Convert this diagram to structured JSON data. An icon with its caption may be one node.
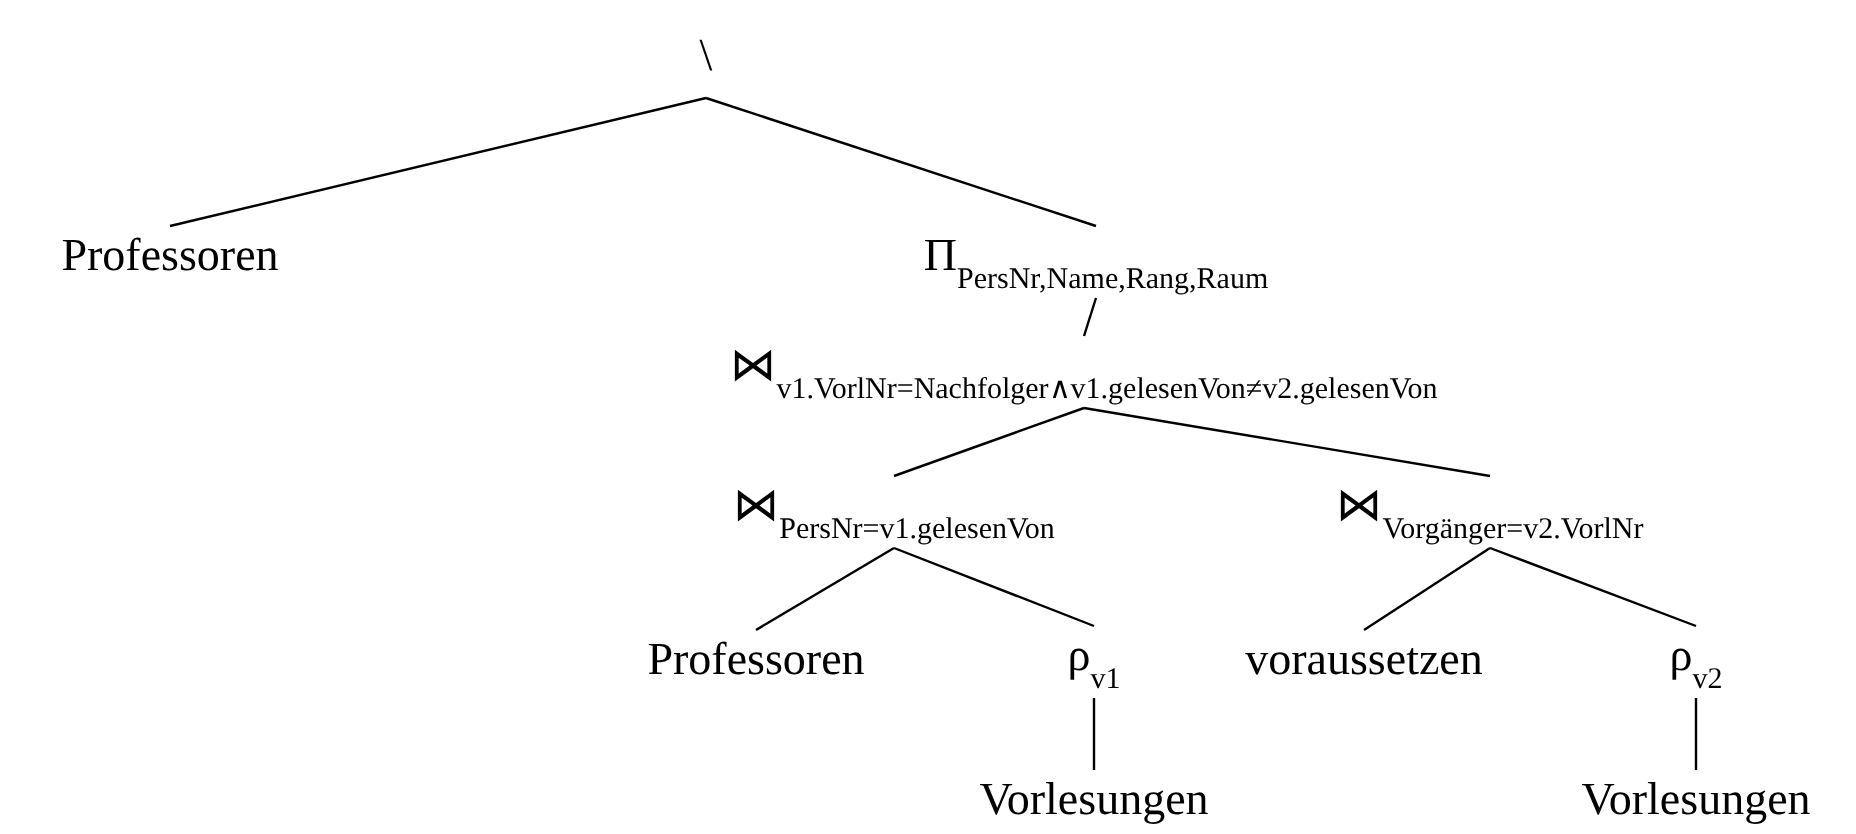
{
  "diagram": {
    "nodes": [
      {
        "text": [
          "\\"
        ]
      },
      {
        "text": [
          "Professoren"
        ]
      },
      {
        "text": [
          "Π$_{PersNr,Name,Rang,Raum}$"
        ]
      },
      {
        "text": [
          "⋈$_{v1.VorlNr=Nachfolger∧v1.gelesenVon≠v2.gelesenVon}$"
        ]
      },
      {
        "text": [
          "⋈$_{PersNr=v1.gelesenVon}$"
        ]
      },
      {
        "text": [
          "⋈$_{Vorgänger=v2.VorlNr}$"
        ]
      },
      {
        "text": [
          "Professoren"
        ]
      },
      {
        "text": [
          "ρ$_{v1}$"
        ]
      },
      {
        "text": [
          "voraussetzen"
        ]
      },
      {
        "text": [
          "ρ$_{v2}$"
        ]
      },
      {
        "text": [
          "Vorlesungen"
        ]
      },
      {
        "text": [
          "Vorlesungen"
        ]
      }
    ],
    "edges": [
      {
        "from": 0,
        "to": 1,
        "arrow": "none"
      },
      {
        "from": 0,
        "to": 2,
        "arrow": "none"
      },
      {
        "from": 2,
        "to": 3,
        "arrow": "none"
      },
      {
        "from": 3,
        "to": 4,
        "arrow": "none"
      },
      {
        "from": 3,
        "to": 5,
        "arrow": "none"
      },
      {
        "from": 4,
        "to": 6,
        "arrow": "none"
      },
      {
        "from": 4,
        "to": 7,
        "arrow": "none"
      },
      {
        "from": 5,
        "to": 8,
        "arrow": "none"
      },
      {
        "from": 5,
        "to": 9,
        "arrow": "none"
      },
      {
        "from": 7,
        "to": 10,
        "arrow": "none"
      },
      {
        "from": 9,
        "to": 11,
        "arrow": "none"
      }
    ]
  }
}
